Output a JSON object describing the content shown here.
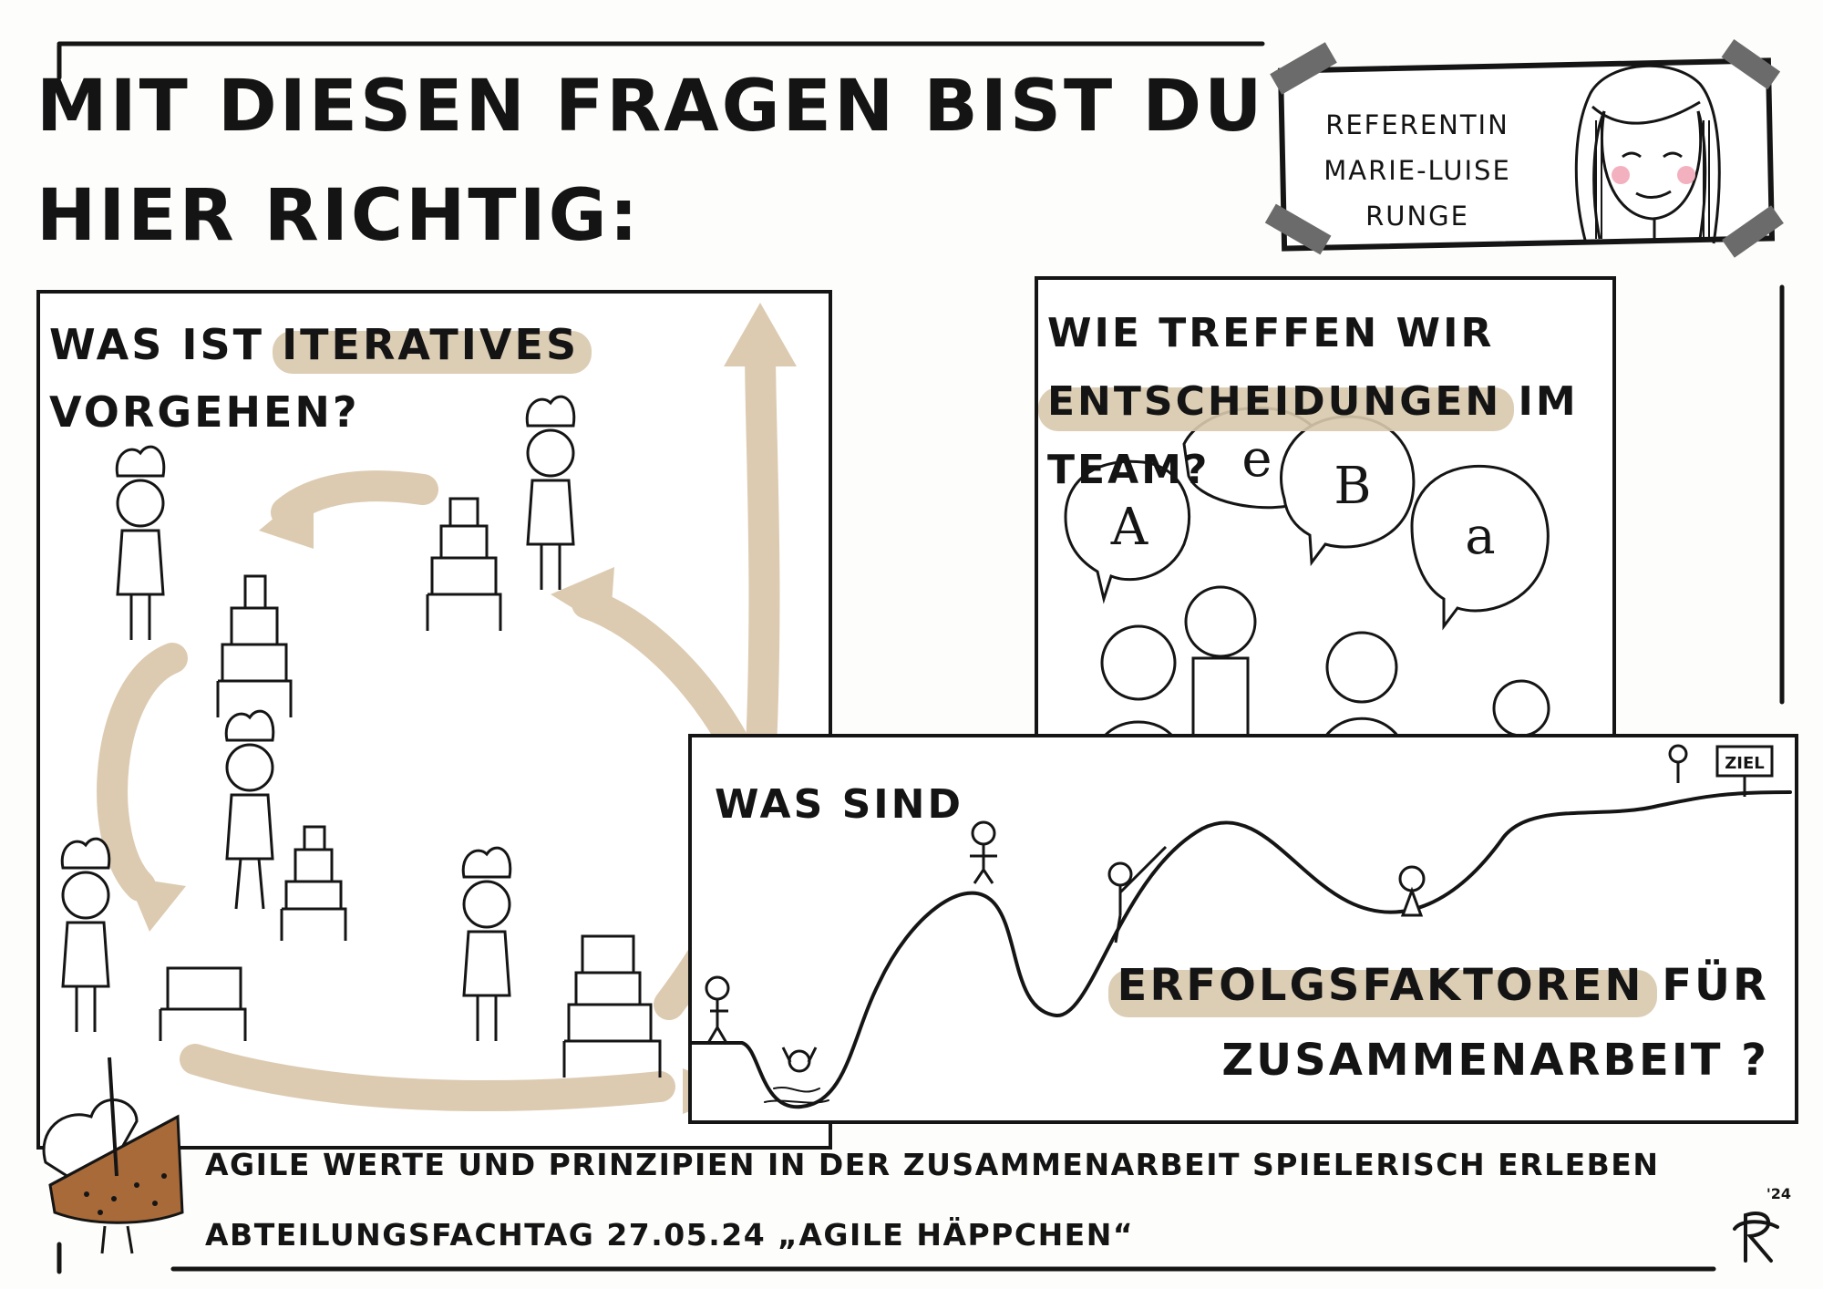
{
  "title": {
    "line1": "MIT DIESEN FRAGEN BIST DU",
    "line2": "HIER RICHTIG:"
  },
  "speaker_card": {
    "role": "REFERENTIN",
    "name_line1": "MARIE-LUISE",
    "name_line2": "RUNGE"
  },
  "panel_iterative": {
    "prefix": "WAS IST",
    "highlight": "ITERATIVES",
    "line2": "VORGEHEN?"
  },
  "panel_decisions": {
    "line1": "WIE TREFFEN WIR",
    "highlight": "ENTSCHEIDUNGEN",
    "suffix": "IM",
    "line3": "TEAM?",
    "bubbles": [
      "A",
      "e",
      "B",
      "a"
    ]
  },
  "panel_success": {
    "line1": "WAS SIND",
    "highlight": "ERFOLGSFAKTOREN",
    "suffix": "FÜR",
    "line3": "ZUSAMMENARBEIT ?",
    "goal_sign": "ZIEL"
  },
  "footer": {
    "line1": "AGILE WERTE UND PRINZIPIEN IN DER ZUSAMMENARBEIT SPIELERISCH ERLEBEN",
    "line2": "ABTEILUNGSFACHTAG 27.05.24 „AGILE HÄPPCHEN“"
  },
  "signature": {
    "year": "'24"
  },
  "colors": {
    "ink": "#141414",
    "highlight": "#d8c8ad",
    "arrow": "#dccbb1",
    "cake": "#a86a38"
  }
}
